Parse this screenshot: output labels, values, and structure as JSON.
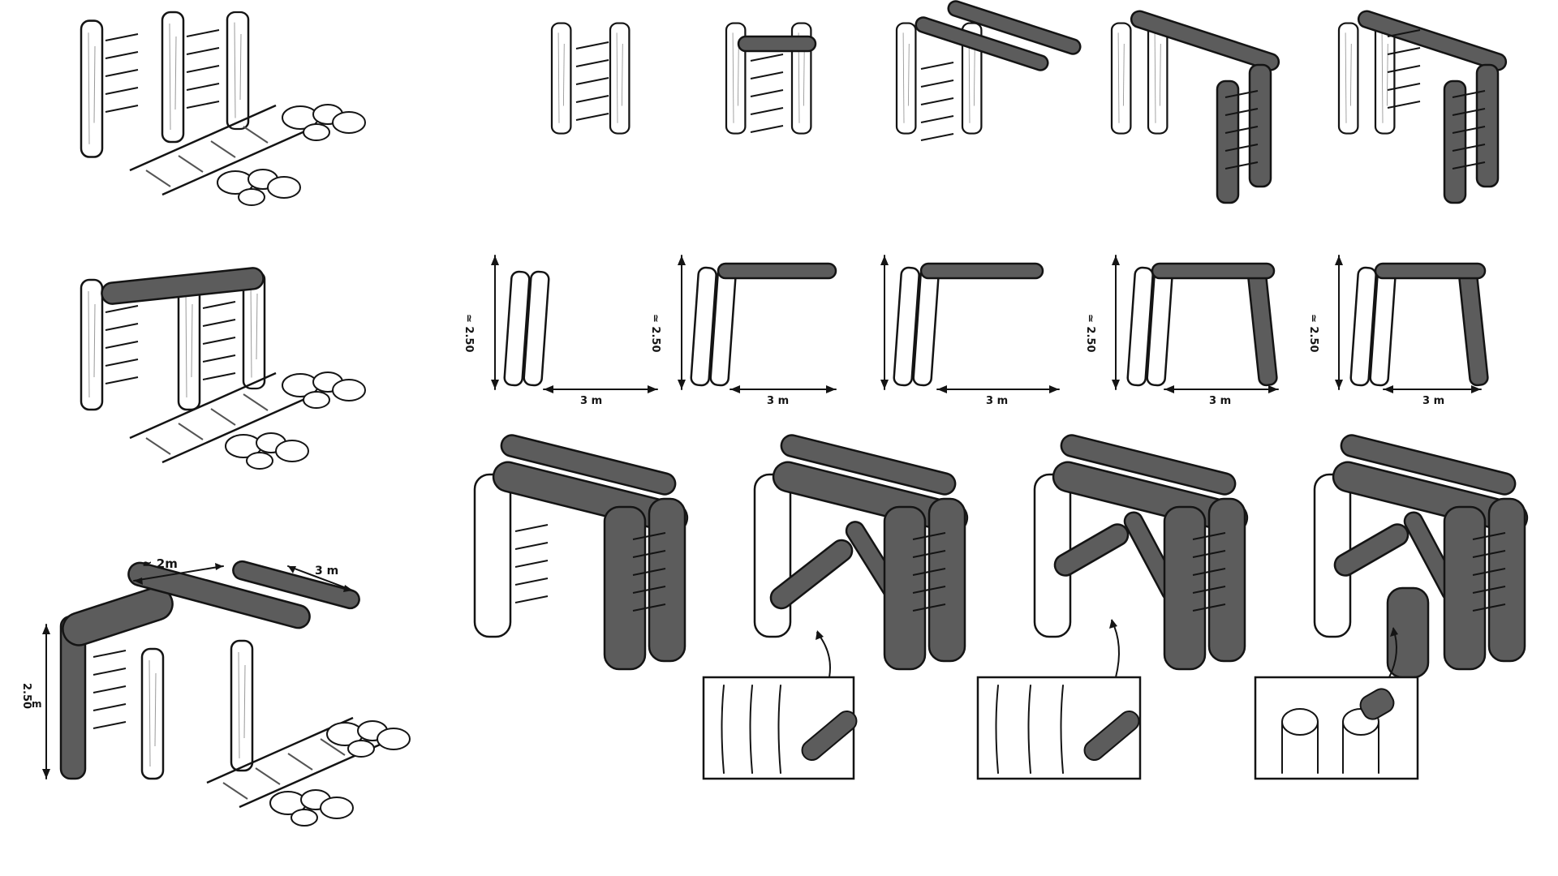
{
  "colors": {
    "ink": "#141414",
    "highlight": "#5c5c5c",
    "paper": "#ffffff",
    "stroke_light": "#8a8a8a"
  },
  "labels": {
    "span_left": "≃ 2m",
    "span_right": "3 m",
    "height_main": "2.50",
    "height_main_unit": "m",
    "height_small": "≃ 2.50",
    "width_small": "3 m"
  }
}
